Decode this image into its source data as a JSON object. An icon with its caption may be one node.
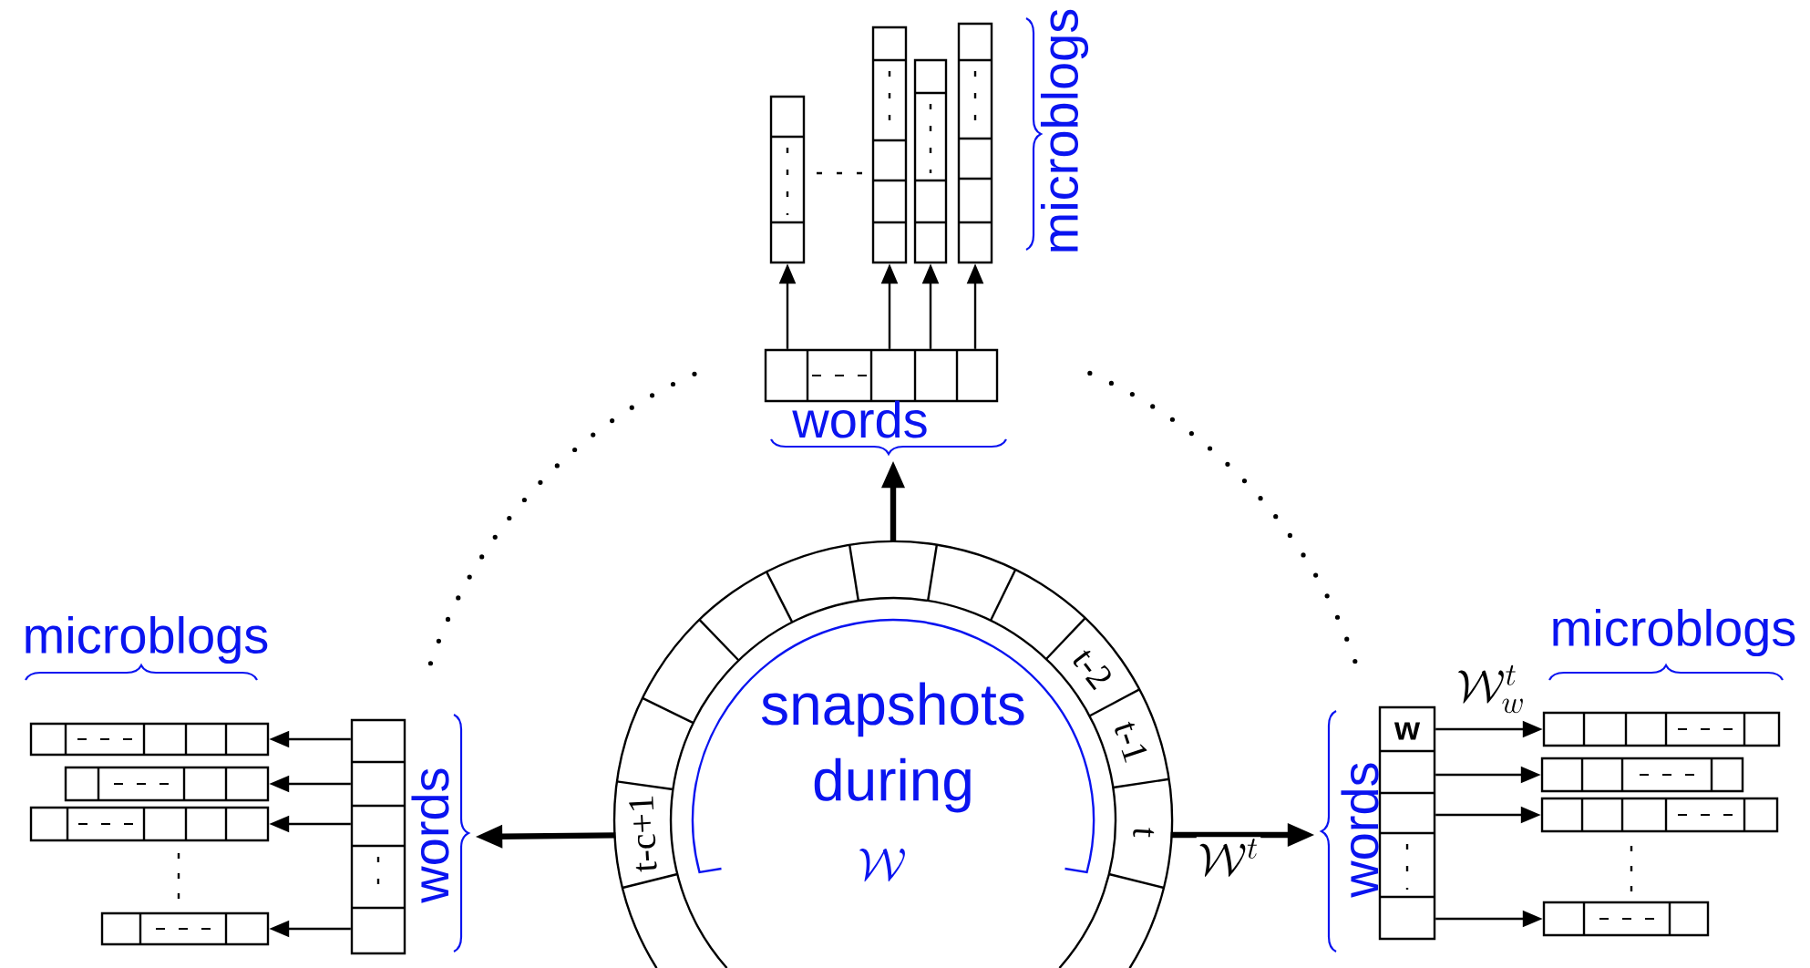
{
  "diagram": {
    "nodes": [
      {
        "text": [],
        "shape": "ring"
      },
      {
        "text": [
          "t-c+1"
        ],
        "in": 0
      },
      {
        "text": [
          "t-2"
        ],
        "in": 0
      },
      {
        "text": [
          "t-1"
        ],
        "in": 0
      },
      {
        "text": [
          "t"
        ],
        "in": 0
      },
      {
        "text": [],
        "shape": "box",
        "beside": [
          "words"
        ]
      },
      {
        "text": [],
        "shape": "box"
      },
      {
        "text": [],
        "shape": "box"
      },
      {
        "text": [],
        "shape": "box"
      },
      {
        "text": [],
        "shape": "box"
      },
      {
        "text": [],
        "shape": "box",
        "beside": [
          "words"
        ]
      },
      {
        "text": [],
        "shape": "box"
      },
      {
        "text": [],
        "shape": "box"
      },
      {
        "text": [],
        "shape": "box"
      },
      {
        "text": [],
        "shape": "box"
      },
      {
        "text": [
          "w"
        ],
        "beside": [
          "words"
        ]
      },
      {
        "text": [],
        "shape": "box"
      },
      {
        "text": [],
        "shape": "box"
      },
      {
        "text": [],
        "shape": "box"
      },
      {
        "text": [],
        "shape": "box"
      }
    ],
    "edges": [
      {
        "from": 0,
        "to": 5,
        "arrow": "to",
        "style": "thick"
      },
      {
        "from": 1,
        "to": 10,
        "arrow": "to",
        "style": "thick"
      },
      {
        "from": 4,
        "to": 15,
        "arrow": "to",
        "style": "thick",
        "label": "\\mathcal{W}^t"
      },
      {
        "from": 5,
        "to": 6,
        "arrow": "to"
      },
      {
        "from": 5,
        "to": 7,
        "arrow": "to"
      },
      {
        "from": 5,
        "to": 8,
        "arrow": "to"
      },
      {
        "from": 5,
        "to": 9,
        "arrow": "to"
      },
      {
        "from": 10,
        "to": 11,
        "arrow": "to"
      },
      {
        "from": 10,
        "to": 12,
        "arrow": "to"
      },
      {
        "from": 10,
        "to": 13,
        "arrow": "to"
      },
      {
        "from": 10,
        "to": 14,
        "arrow": "to"
      },
      {
        "from": 15,
        "to": 16,
        "arrow": "to",
        "label": "\\mathcal{W}_w^t"
      },
      {
        "from": 15,
        "to": 17,
        "arrow": "to"
      },
      {
        "from": 15,
        "to": 18,
        "arrow": "to"
      },
      {
        "from": 15,
        "to": 19,
        "arrow": "to"
      }
    ],
    "labels": [
      "microblogs",
      "microblogs",
      "snapshots during",
      "\\mathcal{W}",
      "microblogs"
    ]
  }
}
